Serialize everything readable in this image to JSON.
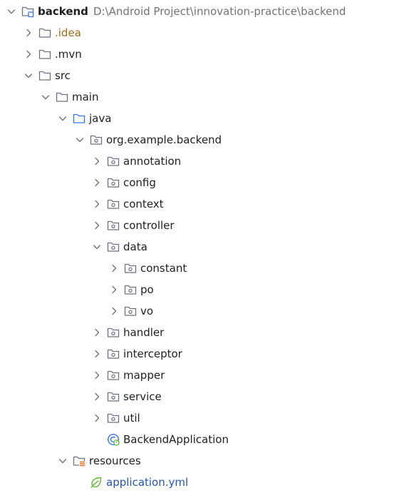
{
  "colors": {
    "text": "#1f1f1f",
    "muted": "#6f737a",
    "idea": "#a06c17",
    "yml": "#2154b8",
    "folder_stroke": "#6c707e",
    "source_folder": "#3574f0",
    "resource_mark": "#e66d17",
    "spring": "#5fb832"
  },
  "tree": {
    "items": [
      {
        "label": "backend",
        "path": "D:\\Android Project\\innovation-practice\\backend",
        "depth": 0,
        "state": "expanded",
        "icon": "module-folder-icon",
        "bold": true
      },
      {
        "label": ".idea",
        "depth": 1,
        "state": "collapsed",
        "icon": "folder-icon",
        "color": "#a06c17"
      },
      {
        "label": ".mvn",
        "depth": 1,
        "state": "collapsed",
        "icon": "folder-icon"
      },
      {
        "label": "src",
        "depth": 1,
        "state": "expanded",
        "icon": "folder-icon"
      },
      {
        "label": "main",
        "depth": 2,
        "state": "expanded",
        "icon": "folder-icon"
      },
      {
        "label": "java",
        "depth": 3,
        "state": "expanded",
        "icon": "source-folder-icon"
      },
      {
        "label": "org.example.backend",
        "depth": 4,
        "state": "expanded",
        "icon": "package-icon"
      },
      {
        "label": "annotation",
        "depth": 5,
        "state": "collapsed",
        "icon": "package-icon"
      },
      {
        "label": "config",
        "depth": 5,
        "state": "collapsed",
        "icon": "package-icon"
      },
      {
        "label": "context",
        "depth": 5,
        "state": "collapsed",
        "icon": "package-icon"
      },
      {
        "label": "controller",
        "depth": 5,
        "state": "collapsed",
        "icon": "package-icon"
      },
      {
        "label": "data",
        "depth": 5,
        "state": "expanded",
        "icon": "package-icon"
      },
      {
        "label": "constant",
        "depth": 6,
        "state": "collapsed",
        "icon": "package-icon"
      },
      {
        "label": "po",
        "depth": 6,
        "state": "collapsed",
        "icon": "package-icon"
      },
      {
        "label": "vo",
        "depth": 6,
        "state": "collapsed",
        "icon": "package-icon"
      },
      {
        "label": "handler",
        "depth": 5,
        "state": "collapsed",
        "icon": "package-icon"
      },
      {
        "label": "interceptor",
        "depth": 5,
        "state": "collapsed",
        "icon": "package-icon"
      },
      {
        "label": "mapper",
        "depth": 5,
        "state": "collapsed",
        "icon": "package-icon"
      },
      {
        "label": "service",
        "depth": 5,
        "state": "collapsed",
        "icon": "package-icon"
      },
      {
        "label": "util",
        "depth": 5,
        "state": "collapsed",
        "icon": "package-icon"
      },
      {
        "label": "BackendApplication",
        "depth": 5,
        "state": "leaf",
        "icon": "spring-boot-class-icon"
      },
      {
        "label": "resources",
        "depth": 3,
        "state": "expanded",
        "icon": "resources-folder-icon"
      },
      {
        "label": "application.yml",
        "depth": 4,
        "state": "leaf",
        "icon": "spring-config-icon",
        "color": "#2154b8"
      }
    ]
  }
}
